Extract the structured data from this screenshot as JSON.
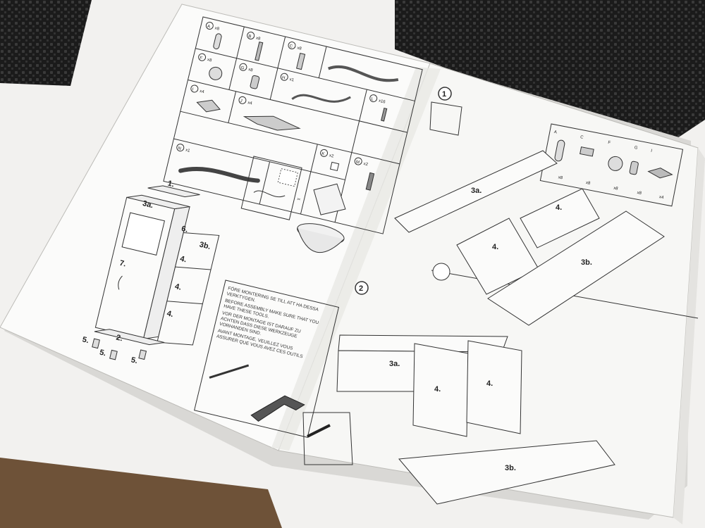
{
  "photo": {
    "subject": "Open furniture assembly instruction booklet lying on a white table",
    "colors": {
      "table": "#f2f1ef",
      "mat": "#1c1c1c",
      "paper": "#fbfbfa",
      "ink": "#333333",
      "floor": "#7a5a3a"
    }
  },
  "left_page": {
    "parts_rows": [
      {
        "label": "A",
        "qty": "x8"
      },
      {
        "label": "B",
        "qty": "x8"
      },
      {
        "label": "C",
        "qty": "x8"
      },
      {
        "label": "F",
        "qty": "x8"
      },
      {
        "label": "G",
        "qty": "x8"
      },
      {
        "label": "H",
        "qty": "x1"
      },
      {
        "label": "I",
        "qty": "x4"
      },
      {
        "label": "J",
        "qty": "x4"
      },
      {
        "label": "K",
        "qty": "x2"
      },
      {
        "label": "L",
        "qty": "x16"
      },
      {
        "label": "M",
        "qty": "x2"
      },
      {
        "label": "N",
        "qty": "x1"
      }
    ],
    "cabinet_labels": [
      "1.",
      "3a.",
      "6.",
      "3b.",
      "4.",
      "7.",
      "4.",
      "4.",
      "2.",
      "5.",
      "5.",
      "5."
    ],
    "warning_lines": [
      "FÖRE MONTERING SE TILL ATT HA DESSA",
      "VERKTYGEN.",
      "BEFORE ASSEMBLY MAKE SURE THAT YOU",
      "HAVE THESE TOOLS.",
      "VOR DER MONTAGE IST DARAUF ZU",
      "ACHTEN DASS DIESE WERKZEUGE",
      "VORHANDEN SIND.",
      "AVANT MONTAGE, VEUILLEZ VOUS",
      "ASSURER QUE VOUS AVEZ CES OUTILS"
    ]
  },
  "right_page": {
    "steps": [
      {
        "number": "1",
        "panels": [
          "3a.",
          "4.",
          "4.",
          "3b."
        ],
        "parts_strip": [
          {
            "label": "A",
            "qty": "x8"
          },
          {
            "label": "C",
            "qty": "x8"
          },
          {
            "label": "F",
            "qty": "x8"
          },
          {
            "label": "G",
            "qty": "x8"
          },
          {
            "label": "I",
            "qty": "x4"
          }
        ]
      },
      {
        "number": "2",
        "panels": [
          "3a.",
          "4.",
          "4.",
          "3b."
        ]
      }
    ]
  }
}
